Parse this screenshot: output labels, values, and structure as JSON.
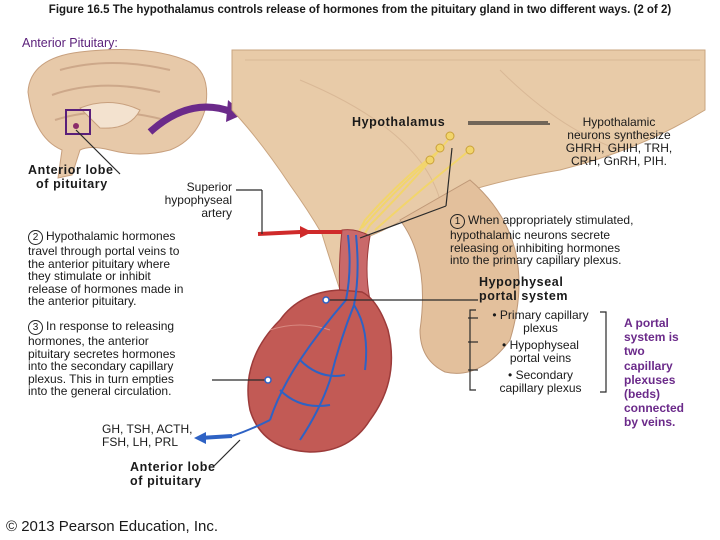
{
  "figure_title": "Figure 16.5 The hypothalamus controls release of hormones from the pituitary gland in two different ways. (2 of 2)",
  "section_title": "Anterior Pituitary:",
  "labels": {
    "hypothalamus": "Hypothalamus",
    "anterior_lobe_top": [
      "Anterior lobe",
      "of pituitary"
    ],
    "superior_artery": [
      "Superior",
      "hypophyseal",
      "artery"
    ],
    "hypothalamic_neurons": [
      "Hypothalamic",
      "neurons synthesize",
      "GHRH, GHIH, TRH,",
      "CRH, GnRH, PIH."
    ],
    "hormones": [
      "GH, TSH, ACTH,",
      "FSH, LH, PRL"
    ],
    "anterior_lobe_bottom": [
      "Anterior lobe",
      "of pituitary"
    ]
  },
  "steps": [
    {
      "number": "1",
      "lines": [
        "When appropriately stimulated,",
        "hypothalamic neurons secrete",
        "releasing or inhibiting hormones",
        "into the primary capillary plexus."
      ]
    },
    {
      "number": "2",
      "lines": [
        "Hypothalamic hormones",
        "travel through portal veins to",
        "the anterior pituitary where",
        "they stimulate or inhibit",
        "release of hormones made in",
        "the anterior pituitary."
      ]
    },
    {
      "number": "3",
      "lines": [
        "In response to releasing",
        "hormones, the anterior",
        "pituitary secretes hormones",
        "into the secondary capillary",
        "plexus. This in turn empties",
        "into the general circulation."
      ]
    }
  ],
  "portal_system": {
    "title": [
      "Hypophyseal",
      "portal system"
    ],
    "items": [
      [
        "• Primary capillary",
        "plexus"
      ],
      [
        "• Hypophyseal",
        "portal veins"
      ],
      [
        "• Secondary",
        "capillary plexus"
      ]
    ],
    "note": [
      "A portal",
      "system is",
      "two",
      "capillary",
      "plexuses",
      "(beds)",
      "connected",
      "by veins."
    ]
  },
  "copyright": "© 2013 Pearson Education, Inc.",
  "colors": {
    "tissue": "#e8cba8",
    "tissue_dark": "#c9a47f",
    "pituitary": "#c25a55",
    "pituitary_dark": "#9c3b3a",
    "vein": "#2e62c4",
    "artery": "#cf2a2a",
    "nerve": "#f2d56b",
    "purple": "#6b2a8a"
  }
}
